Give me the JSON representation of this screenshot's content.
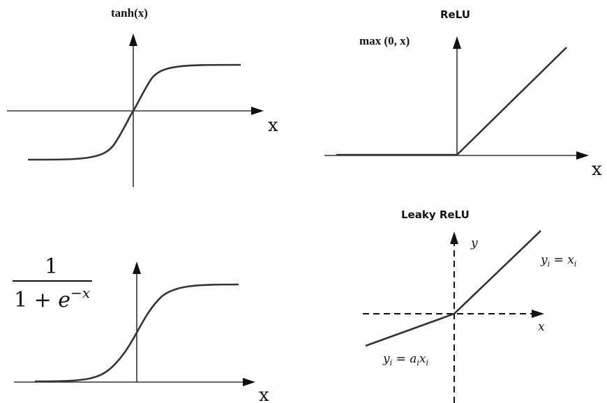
{
  "panels": {
    "tanh": {
      "title": "tanh(x)",
      "x_label": "x"
    },
    "relu": {
      "title": "ReLU",
      "formula": "max (0, x)",
      "x_label": "x"
    },
    "sigmoid": {
      "formula_numerator": "1",
      "formula_denominator_base": "1 + ",
      "formula_denominator_e": "e",
      "formula_denominator_exp": "−x",
      "x_label": "x"
    },
    "leaky_relu": {
      "title": "Leaky ReLU",
      "x_label": "x",
      "y_label": "y",
      "right_eq": {
        "lhs": "y",
        "lhs_sub": "i",
        "op": " = ",
        "rhs": "x",
        "rhs_sub": "i"
      },
      "left_eq": {
        "lhs": "y",
        "lhs_sub": "i",
        "op": " = ",
        "a": "a",
        "a_sub": "i",
        "x": "x",
        "x_sub": "i"
      }
    }
  },
  "colors": {
    "ink": "#111111",
    "curve": "#333333",
    "background": "#ffffff"
  }
}
